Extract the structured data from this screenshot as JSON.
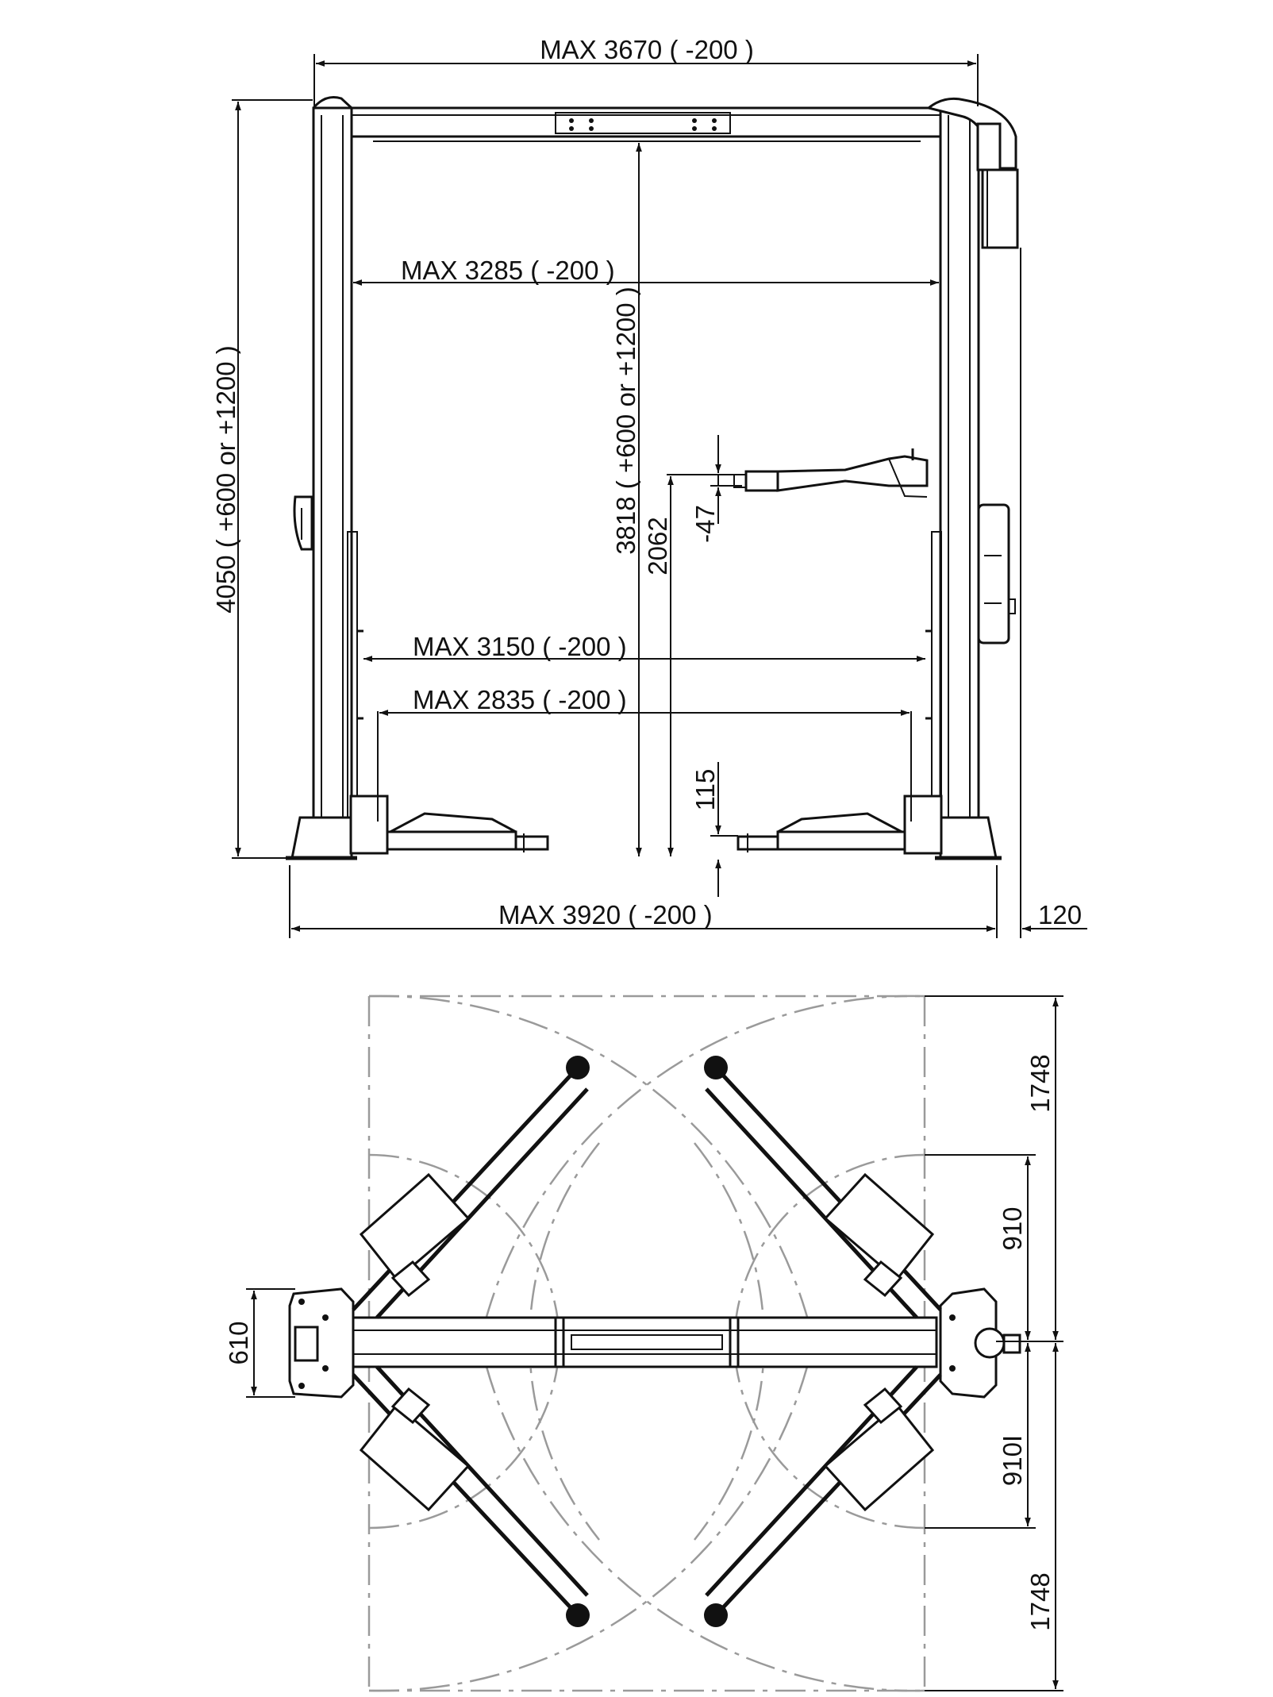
{
  "front_view": {
    "overall_width": "MAX 3670 ( -200 )",
    "inner_width": "MAX 3285 ( -200 )",
    "total_height": "4050  ( +600 or +1200 )",
    "clear_height": "3818 ( +600 or +1200 )",
    "lift_height": "2062",
    "arm_offset": "-47",
    "arm_width_outer": "MAX 3150 ( -200 )",
    "arm_width_inner": "MAX 2835 ( -200 )",
    "pad_height": "115",
    "base_width": "MAX 3920 ( -200 )",
    "side_offset": "120"
  },
  "top_view": {
    "arm_reach_top": "1748",
    "arm_reach_mid_top": "910",
    "arm_reach_mid_bottom": "910I",
    "arm_reach_bottom": "1748",
    "column_depth": "610"
  }
}
